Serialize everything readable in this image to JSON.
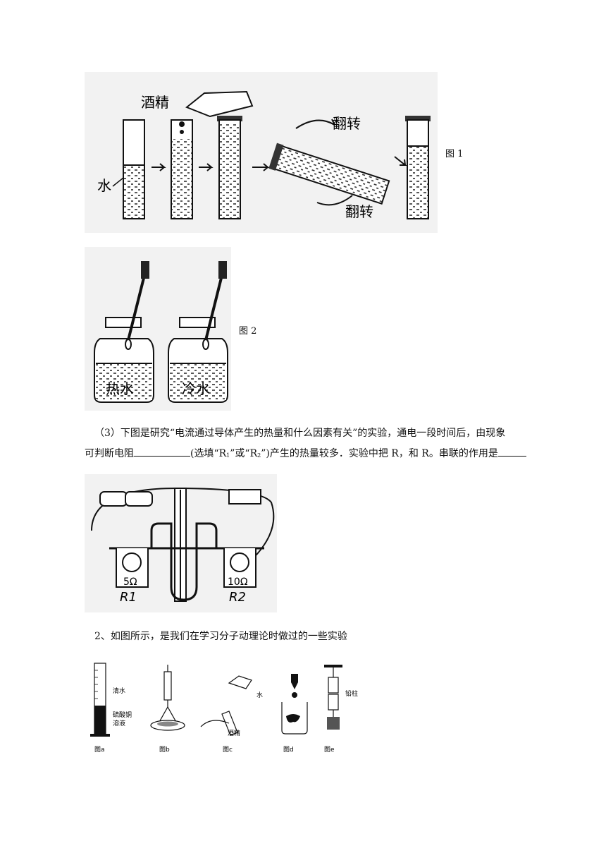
{
  "figure1": {
    "caption": "图 1",
    "label_alcohol": "酒精",
    "label_water": "水",
    "label_flip_top": "翻转",
    "label_flip_bottom": "翻转"
  },
  "figure2": {
    "caption": "图 2",
    "label_hot": "热水",
    "label_cold": "冷水"
  },
  "question3": {
    "line1": "（3）下图是研究“电流通过导体产生的热量和什么因素有关”的实验，通电一段时间后，由现象",
    "line2_a": "可判断电阻",
    "line2_b": "(选填“R",
    "line2_sub1": "1",
    "line2_c": "”或“R",
    "line2_sub2": "2",
    "line2_d": "”)产生的热量较多．实验中把 R，和 R。串联的作用是"
  },
  "figure3": {
    "r1_value": "5Ω",
    "r1_label": "R1",
    "r2_value": "10Ω",
    "r2_label": "R2"
  },
  "question2": {
    "text": "2、如图所示，是我们在学习分子动理论时做过的一些实验"
  },
  "figure4": {
    "label_water_a": "清水",
    "label_cuso4_1": "硫酸铜",
    "label_cuso4_2": "溶液",
    "label_water_c": "水",
    "label_alcohol_c": "酒精",
    "label_lead": "铅柱",
    "captions": [
      "图a",
      "图b",
      "图c",
      "图d",
      "图e"
    ]
  }
}
